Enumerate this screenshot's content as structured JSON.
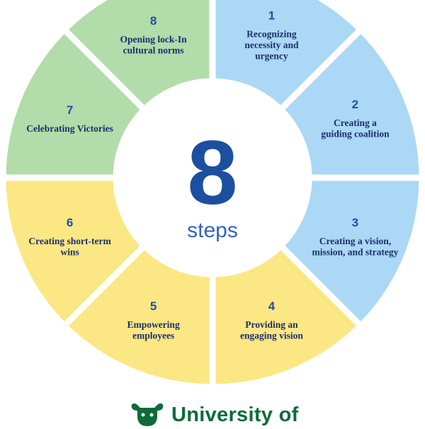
{
  "center": {
    "number": "8",
    "label": "steps"
  },
  "steps": [
    {
      "number": "1",
      "lines": [
        "Recognizing",
        "necessity and",
        "urgency"
      ],
      "color": "#aad8f5"
    },
    {
      "number": "2",
      "lines": [
        "Creating a",
        "guiding coalition"
      ],
      "color": "#aad8f5"
    },
    {
      "number": "3",
      "lines": [
        "Creating a vision,",
        "mission, and strategy"
      ],
      "color": "#aad8f5"
    },
    {
      "number": "4",
      "lines": [
        "Providing an",
        "engaging vision"
      ],
      "color": "#fbe784"
    },
    {
      "number": "5",
      "lines": [
        "Empowering",
        "employees"
      ],
      "color": "#fbe784"
    },
    {
      "number": "6",
      "lines": [
        "Creating short-term",
        "wins"
      ],
      "color": "#fbe784"
    },
    {
      "number": "7",
      "lines": [
        "Celebrating Victories"
      ],
      "color": "#b2dca9"
    },
    {
      "number": "8",
      "lines": [
        "Opening lock-In",
        "cultural norms"
      ],
      "color": "#b2dca9"
    }
  ],
  "logo": {
    "text": "University of",
    "icon": "bull-logo-icon",
    "color": "#0f6b3a"
  }
}
